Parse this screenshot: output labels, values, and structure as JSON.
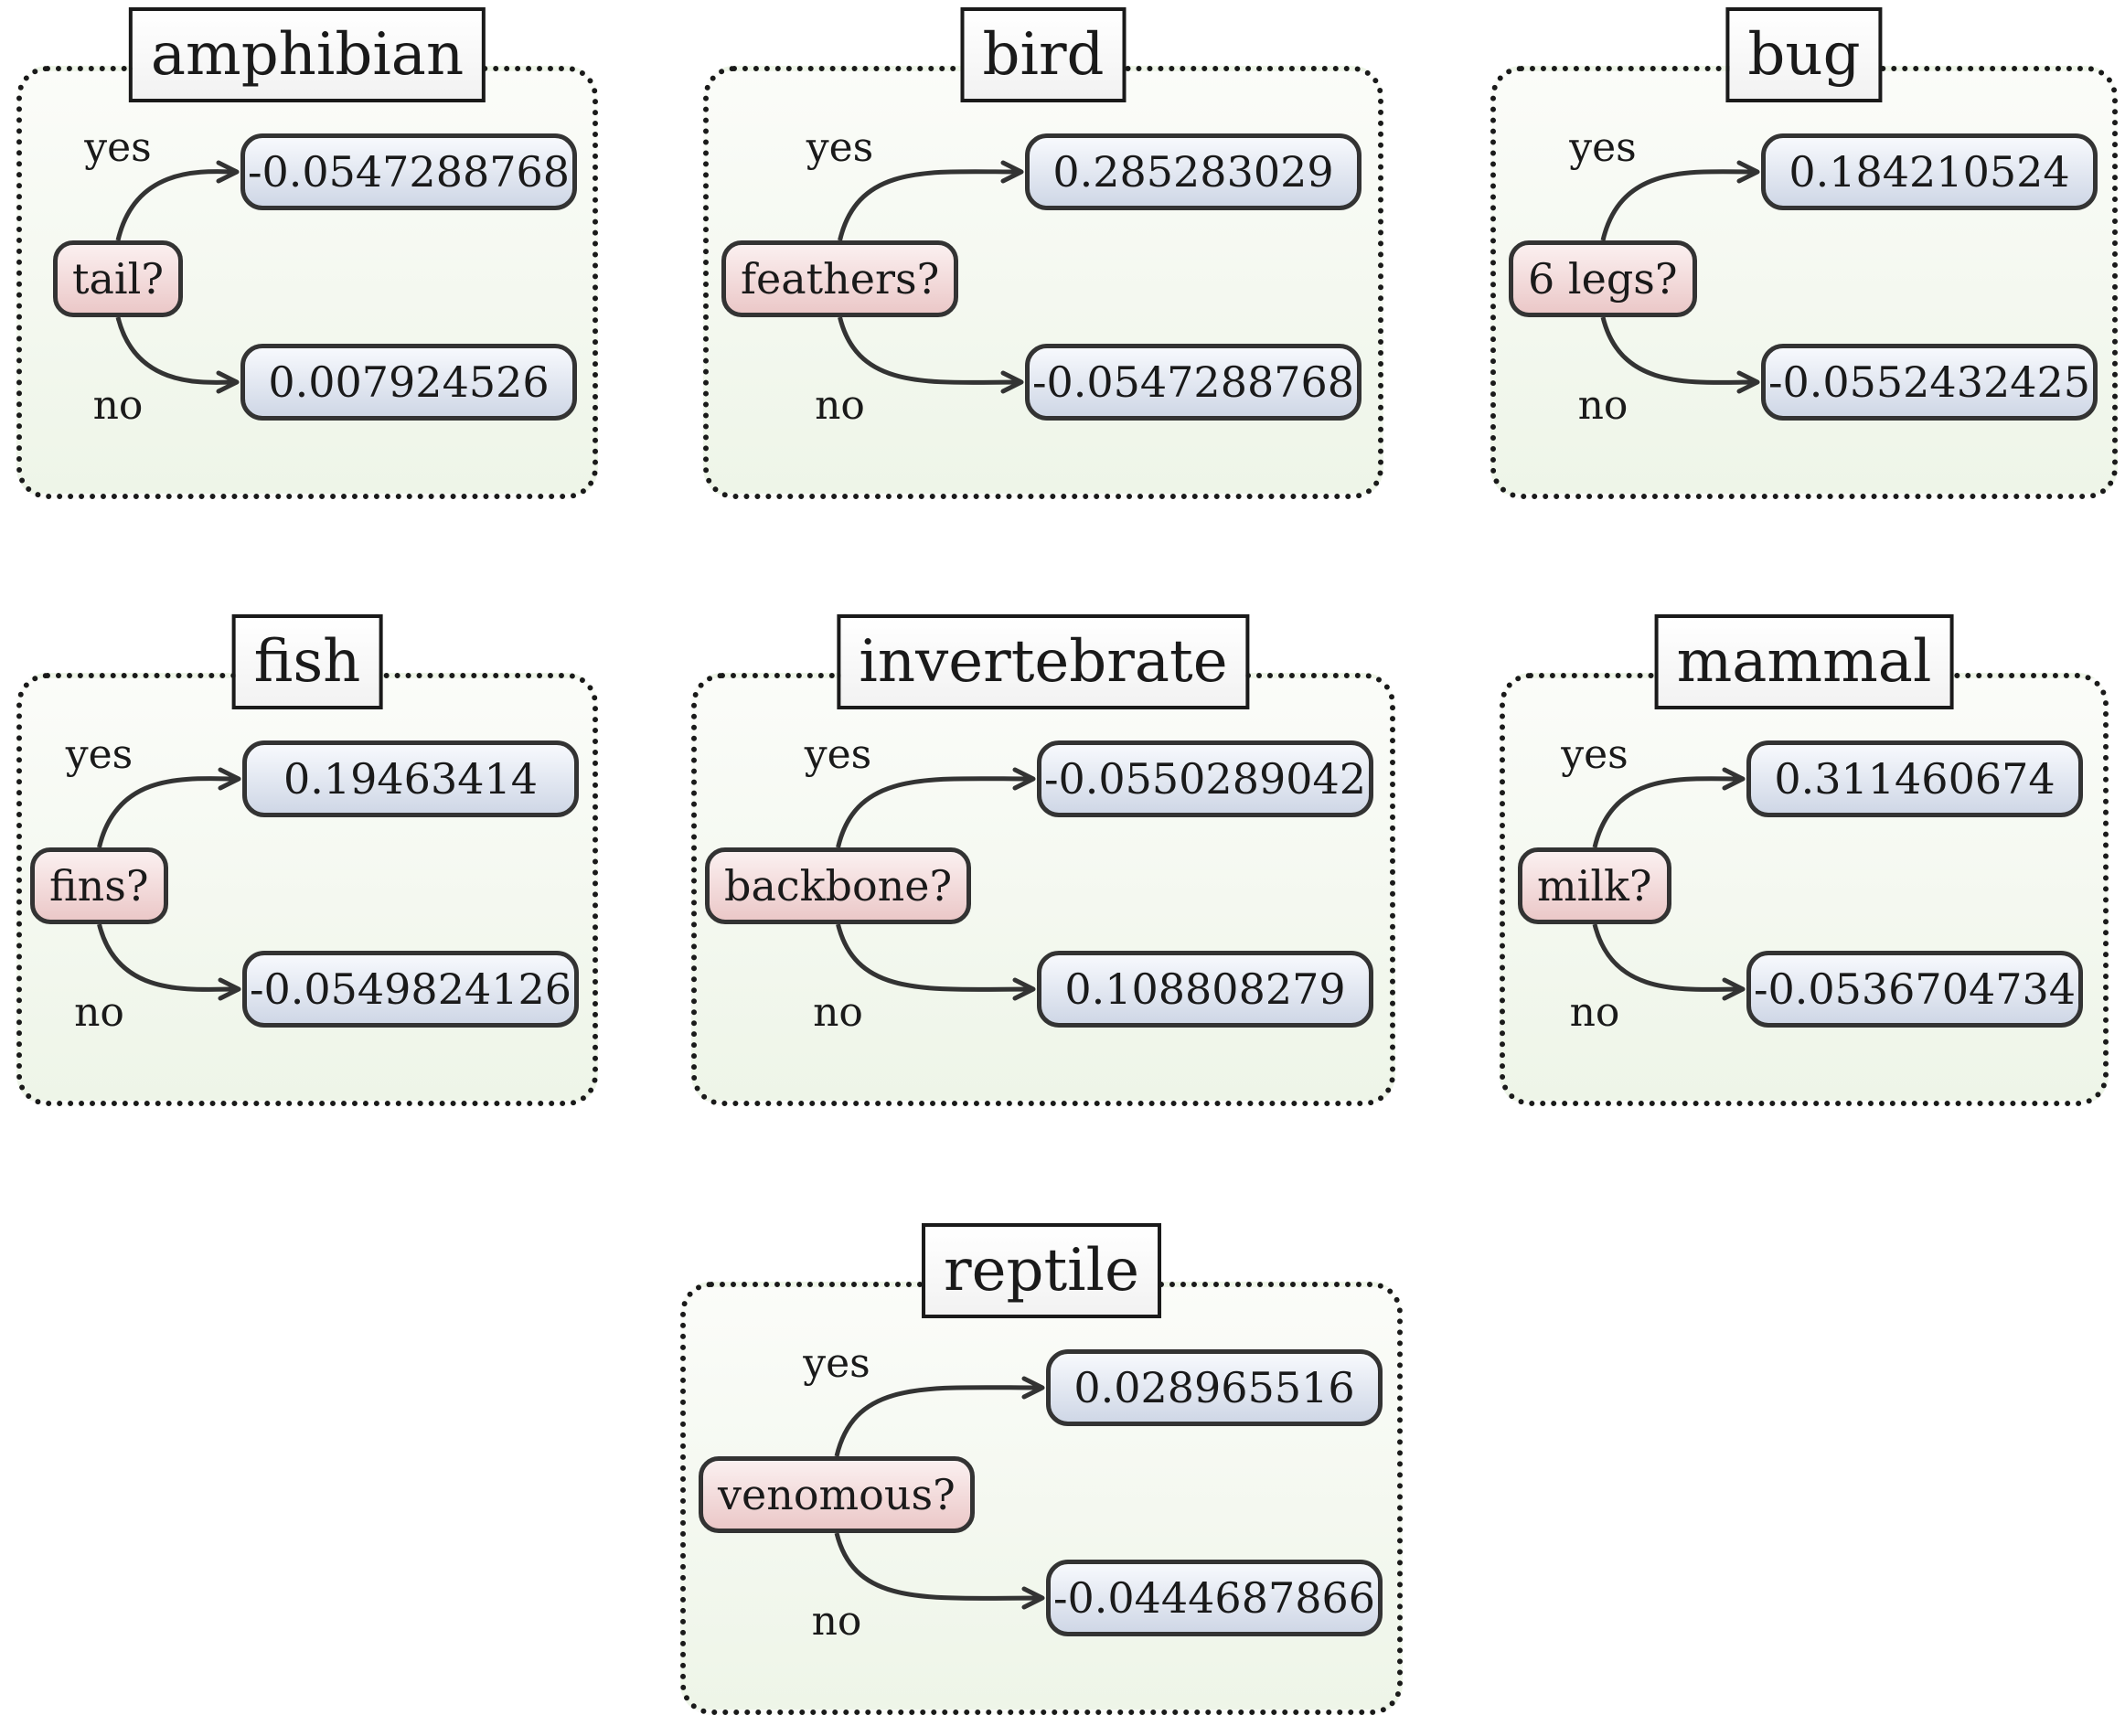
{
  "panels": [
    {
      "title": "amphibian",
      "question": "tail?",
      "yes_label": "yes",
      "no_label": "no",
      "yes_value": "-0.0547288768",
      "no_value": "0.007924526"
    },
    {
      "title": "bird",
      "question": "feathers?",
      "yes_label": "yes",
      "no_label": "no",
      "yes_value": "0.285283029",
      "no_value": "-0.0547288768"
    },
    {
      "title": "bug",
      "question": "6 legs?",
      "yes_label": "yes",
      "no_label": "no",
      "yes_value": "0.184210524",
      "no_value": "-0.0552432425"
    },
    {
      "title": "fish",
      "question": "fins?",
      "yes_label": "yes",
      "no_label": "no",
      "yes_value": "0.19463414",
      "no_value": "-0.0549824126"
    },
    {
      "title": "invertebrate",
      "question": "backbone?",
      "yes_label": "yes",
      "no_label": "no",
      "yes_value": "-0.0550289042",
      "no_value": "0.108808279"
    },
    {
      "title": "mammal",
      "question": "milk?",
      "yes_label": "yes",
      "no_label": "no",
      "yes_value": "0.311460674",
      "no_value": "-0.0536704734"
    },
    {
      "title": "reptile",
      "question": "venomous?",
      "yes_label": "yes",
      "no_label": "no",
      "yes_value": "0.028965516",
      "no_value": "-0.0444687866"
    }
  ],
  "colors": {
    "question_fill": "#ebc8c8",
    "leaf_fill": "#cfd7e6",
    "panel_fill": "#eef5e8",
    "stroke": "#333333"
  }
}
